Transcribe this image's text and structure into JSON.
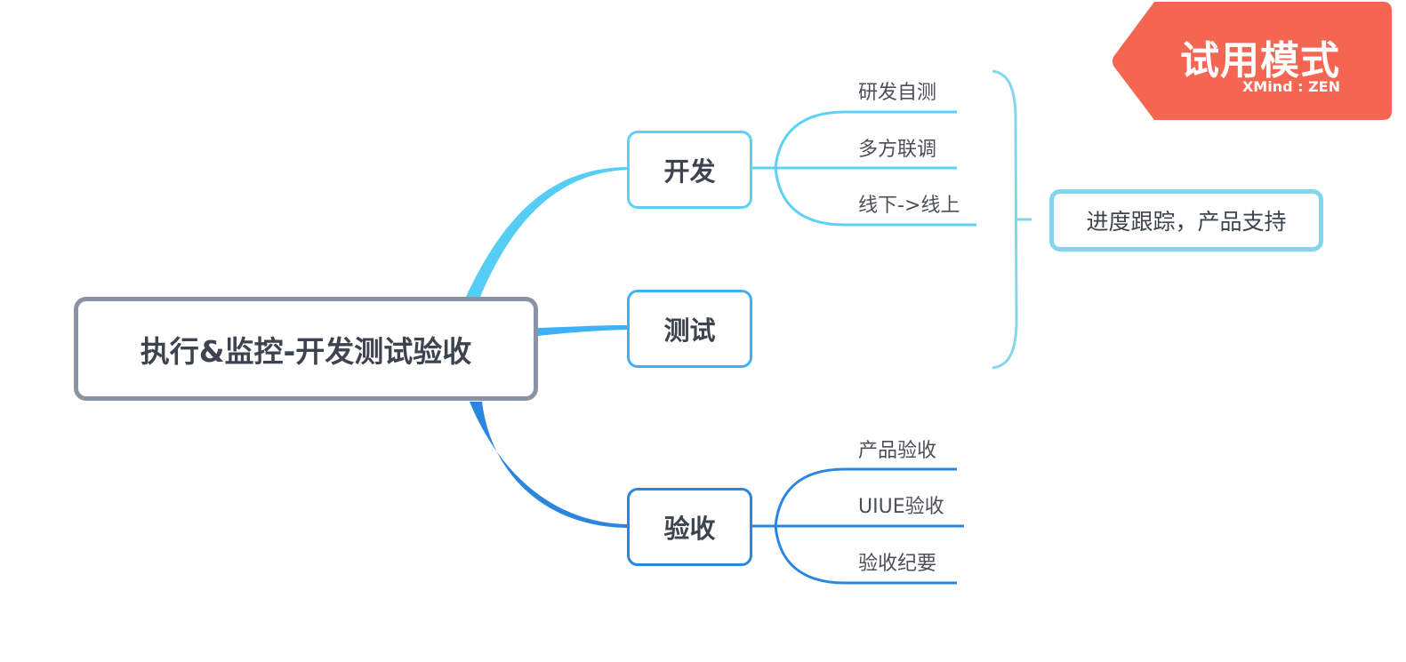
{
  "root": {
    "label": "执行&监控-开发测试验收"
  },
  "branches": [
    {
      "label": "开发",
      "children": [
        "研发自测",
        "多方联调",
        "线下->线上"
      ]
    },
    {
      "label": "测试",
      "children": []
    },
    {
      "label": "验收",
      "children": [
        "产品验收",
        "UIUE验收",
        "验收纪要"
      ]
    }
  ],
  "summary": {
    "label": "进度跟踪，产品支持"
  },
  "watermark": {
    "text": "试用模式",
    "brand": "XMind : ZEN"
  },
  "colors": {
    "root_border": "#8a93a3",
    "dev": "#5dd0f5",
    "test": "#3fb0f3",
    "acceptance": "#2b86df",
    "summary": "#84d6ee",
    "banner": "#f46552"
  }
}
